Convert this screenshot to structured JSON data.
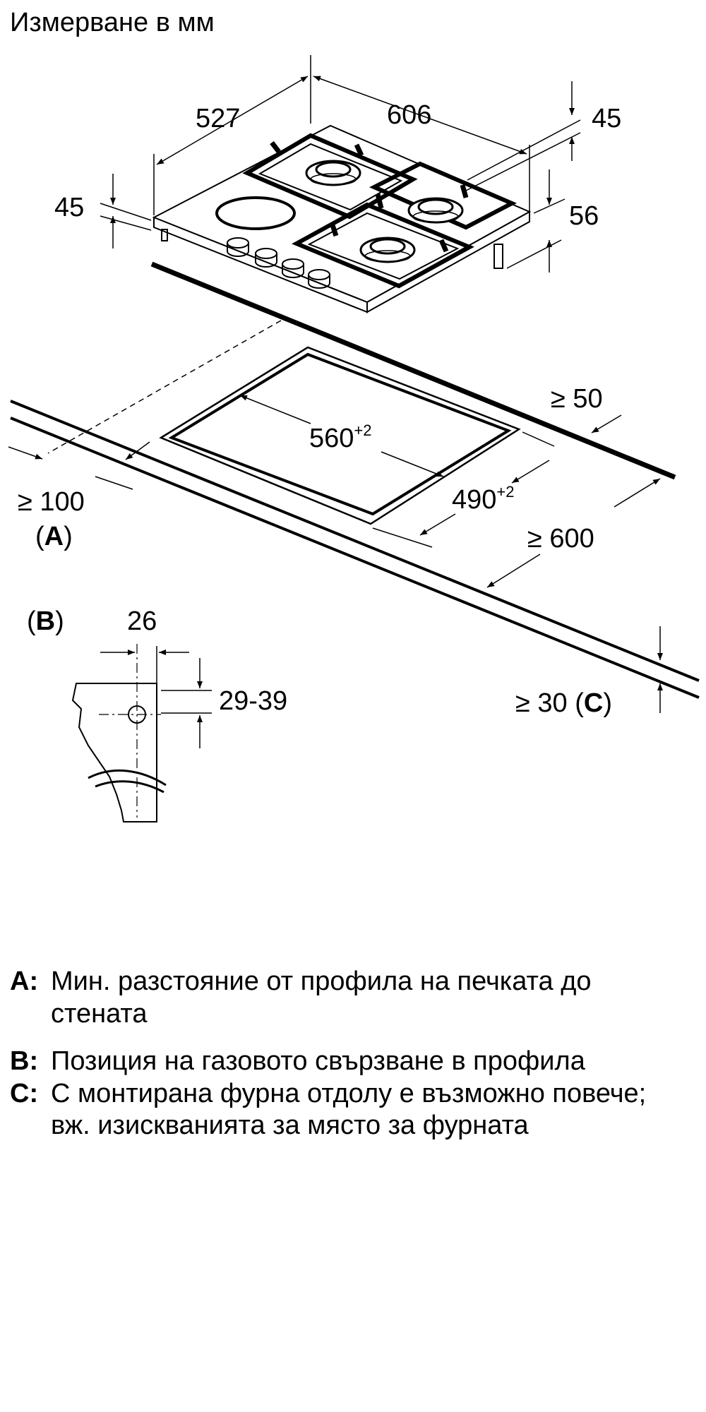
{
  "title": "Измерване в мм",
  "dimensions": {
    "depth": "527",
    "width": "606",
    "top_right": "45",
    "left_height": "45",
    "right_height": "56",
    "cutout_width": "560",
    "cutout_width_tol": "+2",
    "cutout_depth": "490",
    "cutout_depth_tol": "+2",
    "back_clearance": "≥ 50",
    "front_distance": "≥ 100",
    "front_distance_ref": "A",
    "depth_clearance": "≥ 600",
    "worktop_clearance": "≥ 30",
    "worktop_clearance_ref": "C",
    "detail_ref": "B",
    "detail_width": "26",
    "detail_height": "29-39"
  },
  "legend": [
    {
      "key": "A:",
      "text": "Мин. разстояние от профила на печката до стената"
    },
    {
      "key": "B:",
      "text": "Позиция на газовото свързване в профила"
    },
    {
      "key": "C:",
      "text": "С монтирана фурна отдолу е възможно повече; вж. изискванията за място за фурната"
    }
  ]
}
